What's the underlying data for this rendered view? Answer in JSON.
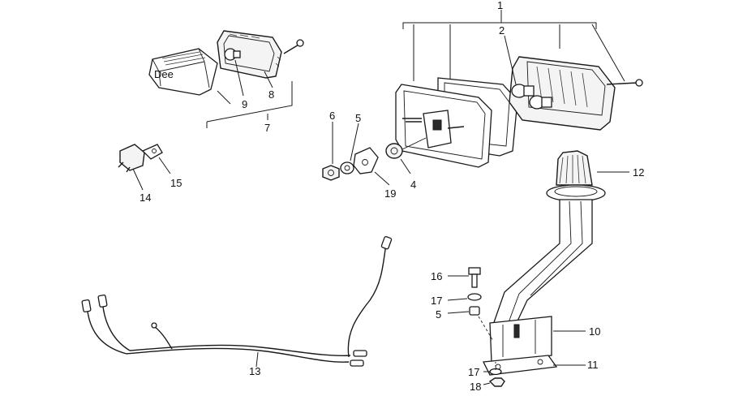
{
  "callouts": {
    "c1": "1",
    "c2": "2",
    "c4": "4",
    "c5a": "5",
    "c5b": "5",
    "c6": "6",
    "c7": "7",
    "c8": "8",
    "c9": "9",
    "c10": "10",
    "c11": "11",
    "c12": "12",
    "c13": "13",
    "c14": "14",
    "c15": "15",
    "c16": "16",
    "c17a": "17",
    "c17b": "17",
    "c18": "18",
    "c19": "19"
  },
  "small_lamp_mark": "Dee"
}
